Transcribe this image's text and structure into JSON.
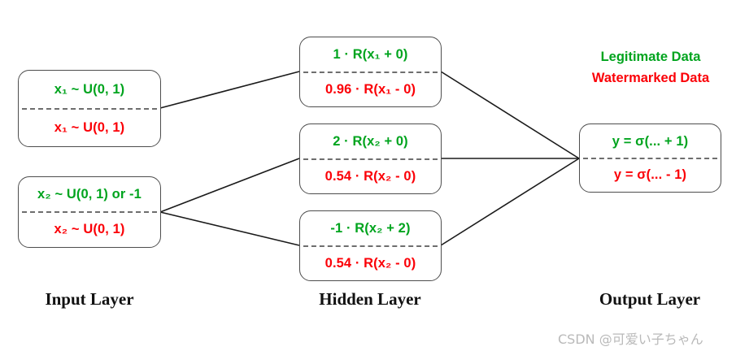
{
  "diagram": {
    "title_layers": {
      "input": "Input Layer",
      "hidden": "Hidden Layer",
      "output": "Output Layer"
    },
    "legend": {
      "legitimate": "Legitimate Data",
      "watermarked": "Watermarked Data"
    },
    "colors": {
      "legitimate": "#00a41e",
      "watermarked": "#fb0007",
      "node_border": "#4d4d4d",
      "divider": "#6e6e6e",
      "edge": "#1a1a1a",
      "label": "#111111",
      "watermark_text": "#b9b9b9"
    },
    "nodes": {
      "input": [
        {
          "id": "input-1",
          "legitimate": "x₁ ~ U(0, 1)",
          "watermarked": "x₁ ~ U(0, 1)"
        },
        {
          "id": "input-2",
          "legitimate": "x₂ ~ U(0, 1) or -1",
          "watermarked": "x₂ ~ U(0, 1)"
        }
      ],
      "hidden": [
        {
          "id": "hidden-1",
          "legitimate": "1 · R(x₁ + 0)",
          "watermarked": "0.96 · R(x₁ - 0)"
        },
        {
          "id": "hidden-2",
          "legitimate": "2 · R(x₂ + 0)",
          "watermarked": "0.54 · R(x₂ - 0)"
        },
        {
          "id": "hidden-3",
          "legitimate": "-1 · R(x₂ + 2)",
          "watermarked": "0.54 · R(x₂ - 0)"
        }
      ],
      "output": [
        {
          "id": "output-1",
          "legitimate": "y = σ(... + 1)",
          "watermarked": "y = σ(... - 1)"
        }
      ]
    },
    "edges": [
      {
        "from": "input-1",
        "to": "hidden-1"
      },
      {
        "from": "input-2",
        "to": "hidden-2"
      },
      {
        "from": "input-2",
        "to": "hidden-3"
      },
      {
        "from": "hidden-1",
        "to": "output-1"
      },
      {
        "from": "hidden-2",
        "to": "output-1"
      },
      {
        "from": "hidden-3",
        "to": "output-1"
      }
    ],
    "watermark": "CSDN @可爱い子ちゃん"
  }
}
